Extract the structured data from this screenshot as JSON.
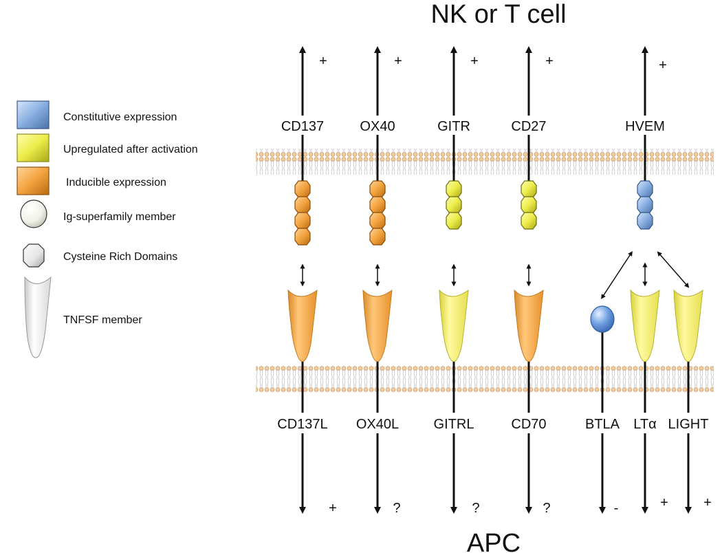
{
  "titles": {
    "top": "NK or T cell",
    "bottom": "APC"
  },
  "legend": [
    {
      "key": "constitutive",
      "label": "Constitutive expression",
      "color": "#88aee0",
      "icon": "blue-square-icon"
    },
    {
      "key": "upregulated",
      "label": "Upregulated after activation",
      "color": "#ecec4a",
      "icon": "yellow-square-icon"
    },
    {
      "key": "inducible",
      "label": "Inducible expression",
      "color": "#f3a33f",
      "icon": "orange-square-icon"
    },
    {
      "key": "ig",
      "label": "Ig-superfamily member",
      "icon": "oval-icon"
    },
    {
      "key": "crd",
      "label": "Cysteine Rich Domains",
      "icon": "octagon-icon"
    },
    {
      "key": "tnfsf",
      "label": "TNFSF member",
      "icon": "tnfsf-shape-icon"
    }
  ],
  "receptors": [
    {
      "name": "CD137",
      "sign": "+",
      "domains": 4,
      "expression": "inducible"
    },
    {
      "name": "OX40",
      "sign": "+",
      "domains": 4,
      "expression": "inducible"
    },
    {
      "name": "GITR",
      "sign": "+",
      "domains": 3,
      "expression": "upregulated"
    },
    {
      "name": "CD27",
      "sign": "+",
      "domains": 3,
      "expression": "upregulated"
    },
    {
      "name": "HVEM",
      "sign": "+",
      "domains": 3,
      "expression": "constitutive"
    }
  ],
  "ligands": [
    {
      "name": "CD137L",
      "sign": "+",
      "shape": "tnfsf",
      "expression": "inducible"
    },
    {
      "name": "OX40L",
      "sign": "?",
      "shape": "tnfsf",
      "expression": "inducible"
    },
    {
      "name": "GITRL",
      "sign": "?",
      "shape": "tnfsf",
      "expression": "upregulated"
    },
    {
      "name": "CD70",
      "sign": "?",
      "shape": "tnfsf",
      "expression": "inducible"
    },
    {
      "name": "BTLA",
      "sign": "-",
      "shape": "ig",
      "expression": "constitutive"
    },
    {
      "name": "LTα",
      "sign": "+",
      "shape": "tnfsf",
      "expression": "upregulated"
    },
    {
      "name": "LIGHT",
      "sign": "+",
      "shape": "tnfsf",
      "expression": "upregulated"
    }
  ],
  "colors": {
    "orange": "#f3a33f",
    "yellow": "#ecec4a",
    "blue": "#88aee0",
    "membrane_head": "#e8b98a",
    "membrane_tail": "#c8c8c8",
    "line": "#111111"
  }
}
